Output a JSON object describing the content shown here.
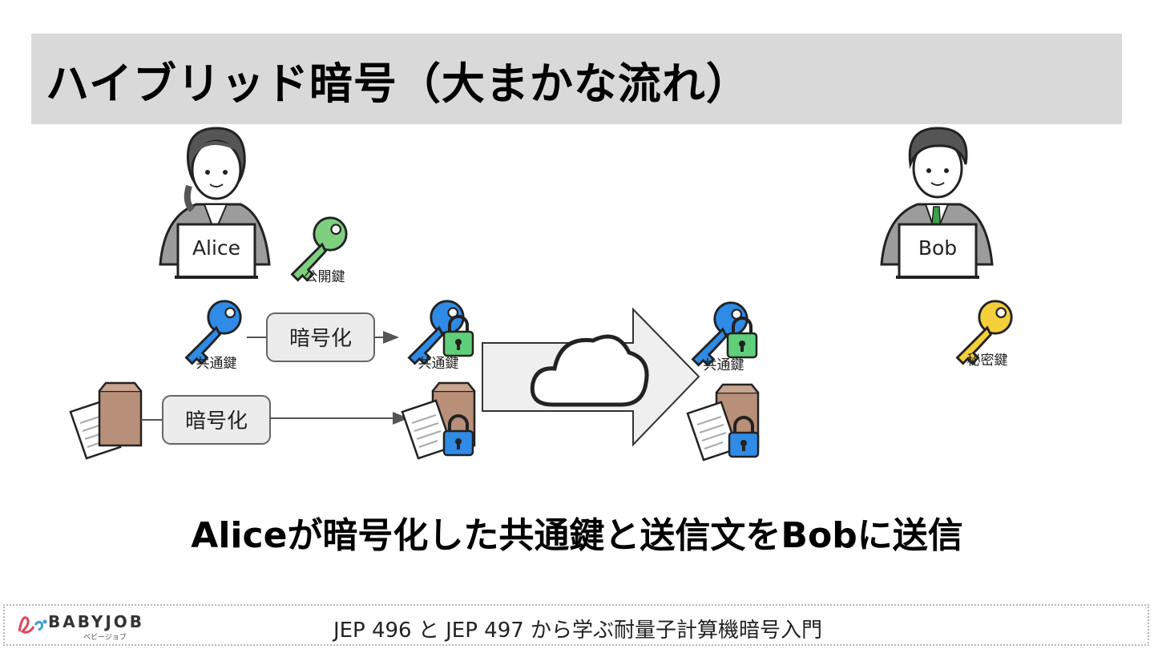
{
  "title": "ハイブリッド暗号（大まかな流れ）",
  "people": {
    "alice": {
      "name": "Alice"
    },
    "bob": {
      "name": "Bob"
    }
  },
  "keys": {
    "public_key_label": "公開鍵",
    "common_key_label": "共通鍵",
    "common_key_encrypted_label": "共通鍵",
    "common_key_received_label": "共通鍵",
    "private_key_label": "秘密鍵"
  },
  "steps": {
    "encrypt_key_label": "暗号化",
    "encrypt_doc_label": "暗号化"
  },
  "caption": "Aliceが暗号化した共通鍵と送信文をBobに送信",
  "footer": {
    "brand_name": "BABYJOB",
    "brand_sub": "ベビージョブ",
    "text": "JEP 496 と JEP 497 から学ぶ耐量子計算機暗号入門"
  },
  "colors": {
    "title_bg": "#d9d9d9",
    "public_key": "#7ed07e",
    "common_key": "#2f8be6",
    "private_key": "#f5cf3a",
    "lock_green": "#5fcf7a",
    "lock_blue": "#2f8be6",
    "box": "#b88f78"
  },
  "icons": [
    "person-female-icon",
    "person-male-icon",
    "laptop-icon",
    "key-icon",
    "lock-icon",
    "document-icon",
    "box-icon",
    "cloud-icon",
    "arrow-icon"
  ]
}
